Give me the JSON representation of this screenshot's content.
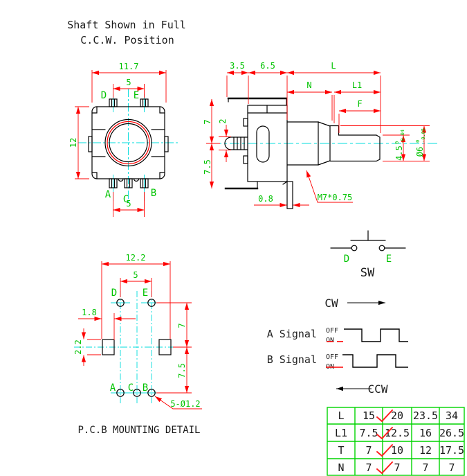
{
  "title": {
    "line1": "Shaft Shown in Full",
    "line2": "C.C.W. Position"
  },
  "front_view": {
    "dim_width": "11.7",
    "dim_pin_span_top": "5",
    "dim_height": "12",
    "dim_pin_span_bottom": "5",
    "pins": {
      "top_left": "D",
      "top_right": "E",
      "bottom_left": "A",
      "bottom_middle": "C",
      "bottom_right": "B"
    }
  },
  "side_view": {
    "dim_bracket": "3.5",
    "dim_body": "6.5",
    "dim_L": "L",
    "dim_N": "N",
    "dim_L1": "L1",
    "dim_F": "F",
    "dim_upper": "7",
    "dim_pin": "2",
    "dim_lower": "7.5",
    "dim_leg": "0.8",
    "thread_note": "M7*0.75",
    "dim_flat": "4.5",
    "flat_tol_upper": "0",
    "flat_tol_lower": "-0.04",
    "dim_shaft": "Ø6",
    "shaft_tol_upper": "0",
    "shaft_tol_lower": "-0.05"
  },
  "pcb_view": {
    "dim_width": "12.2",
    "dim_pin_span": "5",
    "dim_tab_offset": "1.8",
    "dim_tab_height": "2.2",
    "dim_row_upper": "7",
    "dim_row_lower": "7.5",
    "hole_note": "5-Ø1.2",
    "pins": {
      "top_left": "D",
      "top_right": "E",
      "bottom_left": "A",
      "bottom_middle": "C",
      "bottom_right": "B"
    },
    "caption": "P.C.B MOUNTING DETAIL"
  },
  "switch_symbol": {
    "pin_left": "D",
    "pin_right": "E",
    "caption": "SW"
  },
  "rotation": {
    "cw_label": "CW",
    "ccw_label": "CCW"
  },
  "signals": {
    "a_label": "A Signal",
    "b_label": "B Signal",
    "off_label": "OFF",
    "on_label": "ON"
  },
  "size_table": {
    "rows": [
      {
        "label": "L",
        "checked": true,
        "values": [
          "15",
          "20",
          "23.5",
          "34"
        ]
      },
      {
        "label": "L1",
        "checked": true,
        "values": [
          "7.5",
          "12.5",
          "16",
          "26.5"
        ]
      },
      {
        "label": "T",
        "checked": true,
        "values": [
          "7",
          "10",
          "12",
          "17.5"
        ]
      },
      {
        "label": "N",
        "checked": true,
        "values": [
          "7",
          "7",
          "7",
          "7"
        ]
      }
    ]
  },
  "colors": {
    "dimension_line": "#fe0000",
    "annotation_text": "#00c300",
    "centerline": "#00dcdc",
    "object_line": "#000000",
    "table_grid": "#00d400",
    "checkmark": "#ff1f1f"
  }
}
